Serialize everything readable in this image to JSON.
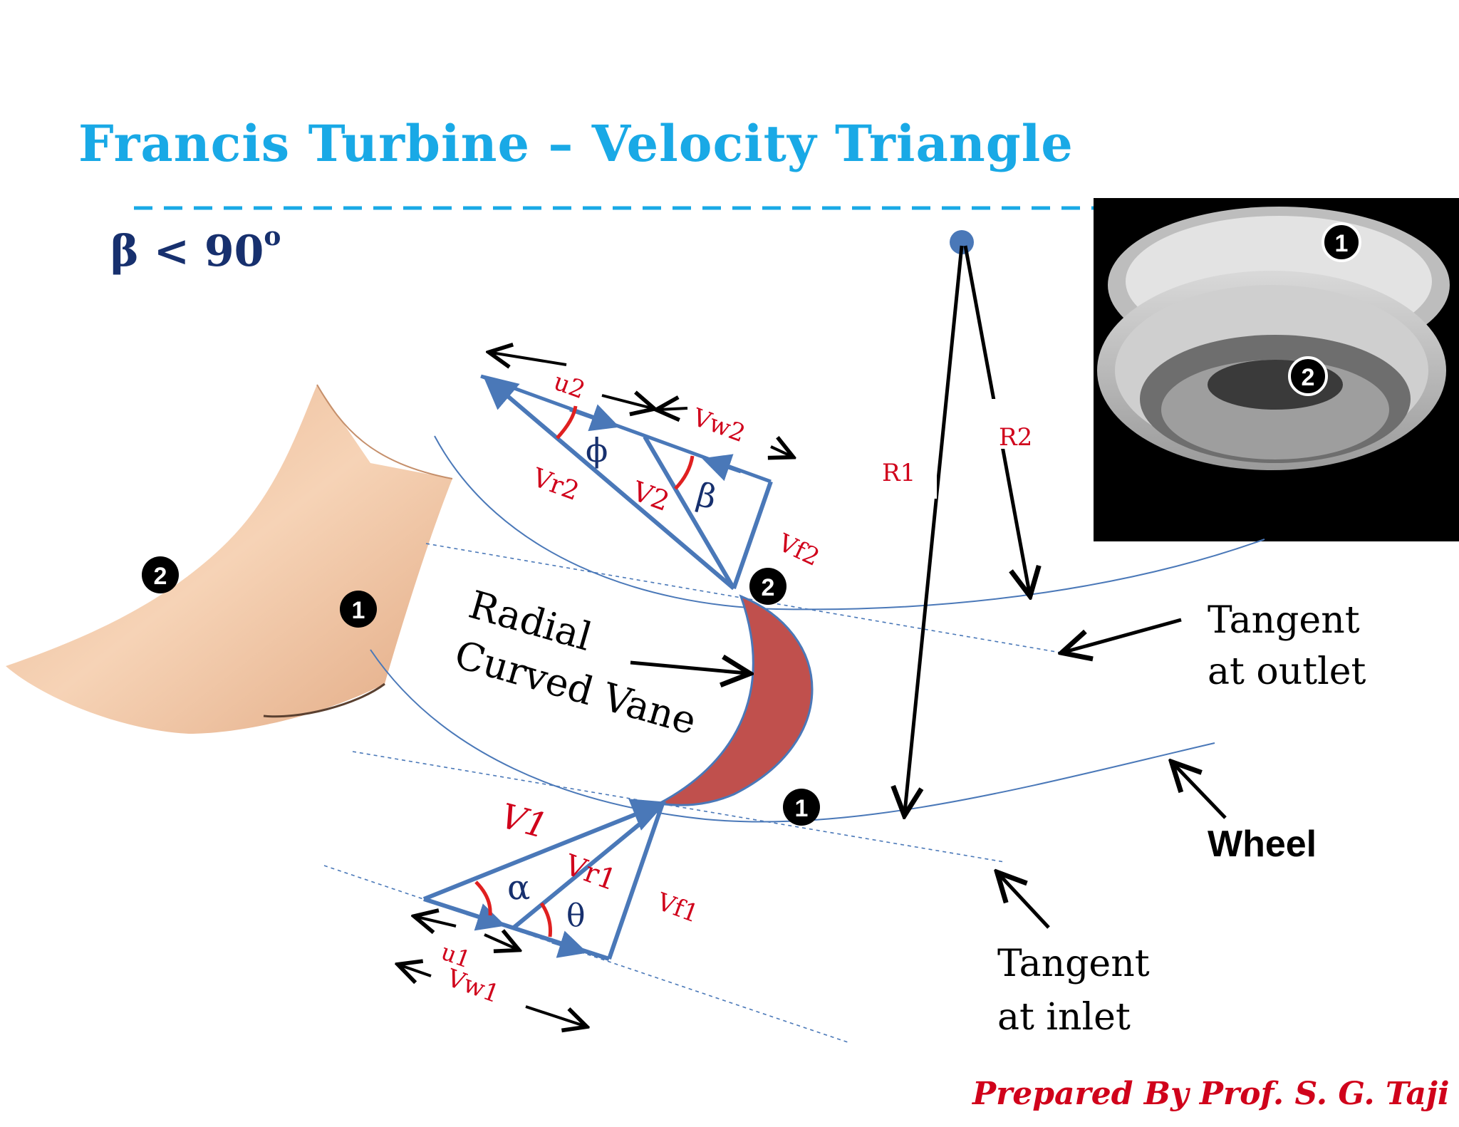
{
  "title": "Francis Turbine – Velocity Triangle",
  "condition": {
    "text": "β < 90",
    "sup": "o"
  },
  "credit": "Prepared By Prof. S. G. Taji",
  "labels": {
    "u2": "u2",
    "vw2": "Vw2",
    "phi": "ϕ",
    "beta": "β",
    "vr2": "Vr2",
    "v2": "V2",
    "vf2": "Vf2",
    "r1": "R1",
    "r2": "R2",
    "radial_curved_vane_1": "Radial",
    "radial_curved_vane_2": "Curved Vane",
    "tangent_outlet_1": "Tangent",
    "tangent_outlet_2": "at outlet",
    "wheel": "Wheel",
    "v1": "V1",
    "vr1": "Vr1",
    "alpha": "α",
    "theta": "θ",
    "vf1": "Vf1",
    "u1": "u1",
    "vw1": "Vw1",
    "tangent_inlet_1": "Tangent",
    "tangent_inlet_2": "at inlet",
    "point_1": "1",
    "point_2": "2"
  },
  "colors": {
    "title": "#19a9e6",
    "condition": "#17306e",
    "credit": "#d0021b",
    "vector": "#4a78b8",
    "angle": "#e02020",
    "vane": "#c0504d",
    "label_red": "#d0021b",
    "label_blue": "#17306e",
    "blade": "#f2c9a8"
  }
}
